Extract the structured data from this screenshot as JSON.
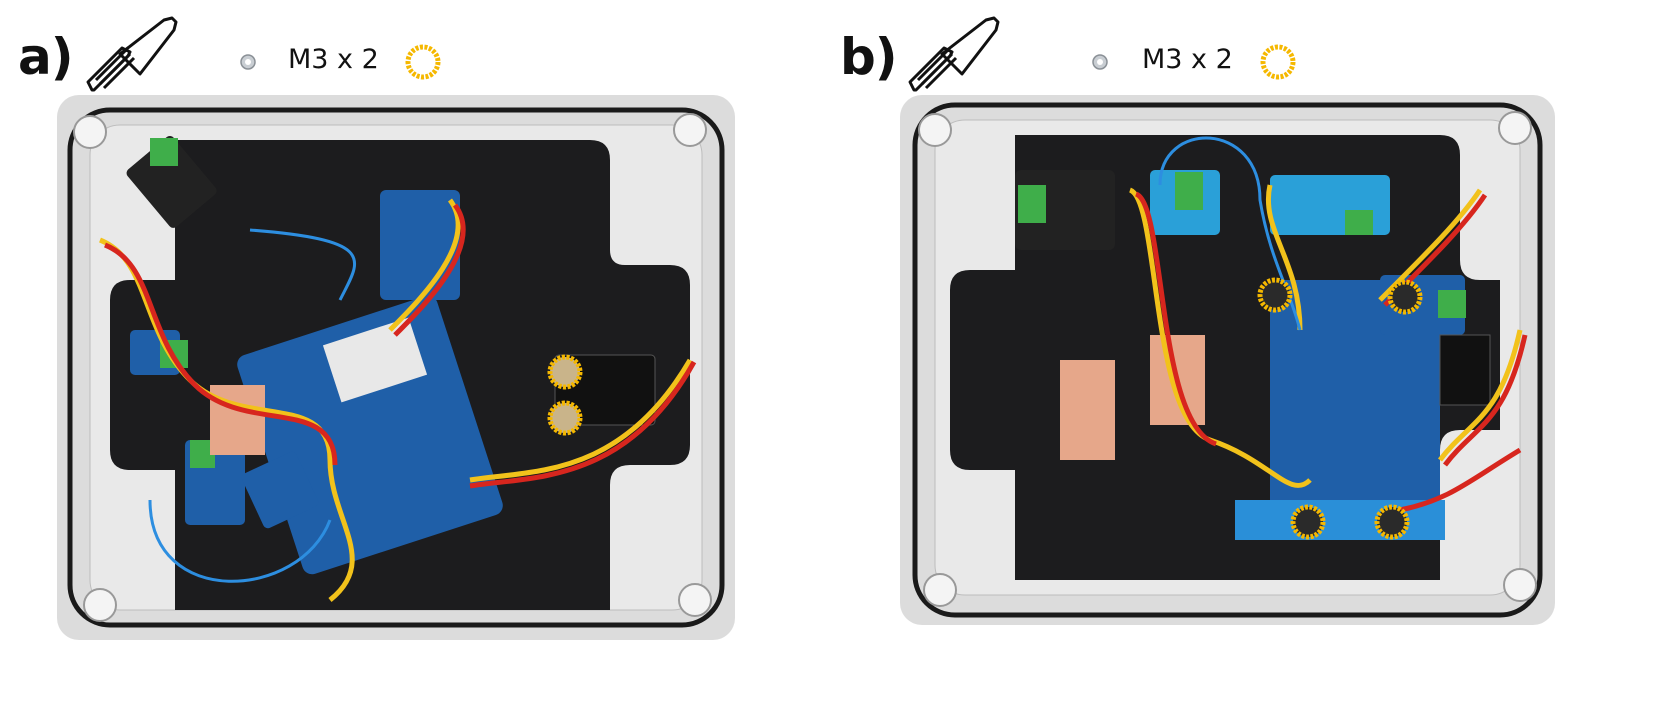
{
  "panels": [
    {
      "label": "a)",
      "tool_icon": "screwdriver-icon",
      "part_icon": "m3-nut-icon",
      "quantity_text": "M3 x 2",
      "highlight_marker": "yellow-ring-icon",
      "highlight_count": 2
    },
    {
      "label": "b)",
      "tool_icon": "screwdriver-icon",
      "part_icon": "m3-nut-icon",
      "quantity_text": "M3 x 2",
      "highlight_marker": "yellow-ring-icon",
      "highlight_count": 4
    }
  ],
  "colors": {
    "highlight": "#f5b800",
    "enclosure": "#d9d9d9",
    "plate": "#1c1c1e",
    "board": "#1f5fa8"
  }
}
